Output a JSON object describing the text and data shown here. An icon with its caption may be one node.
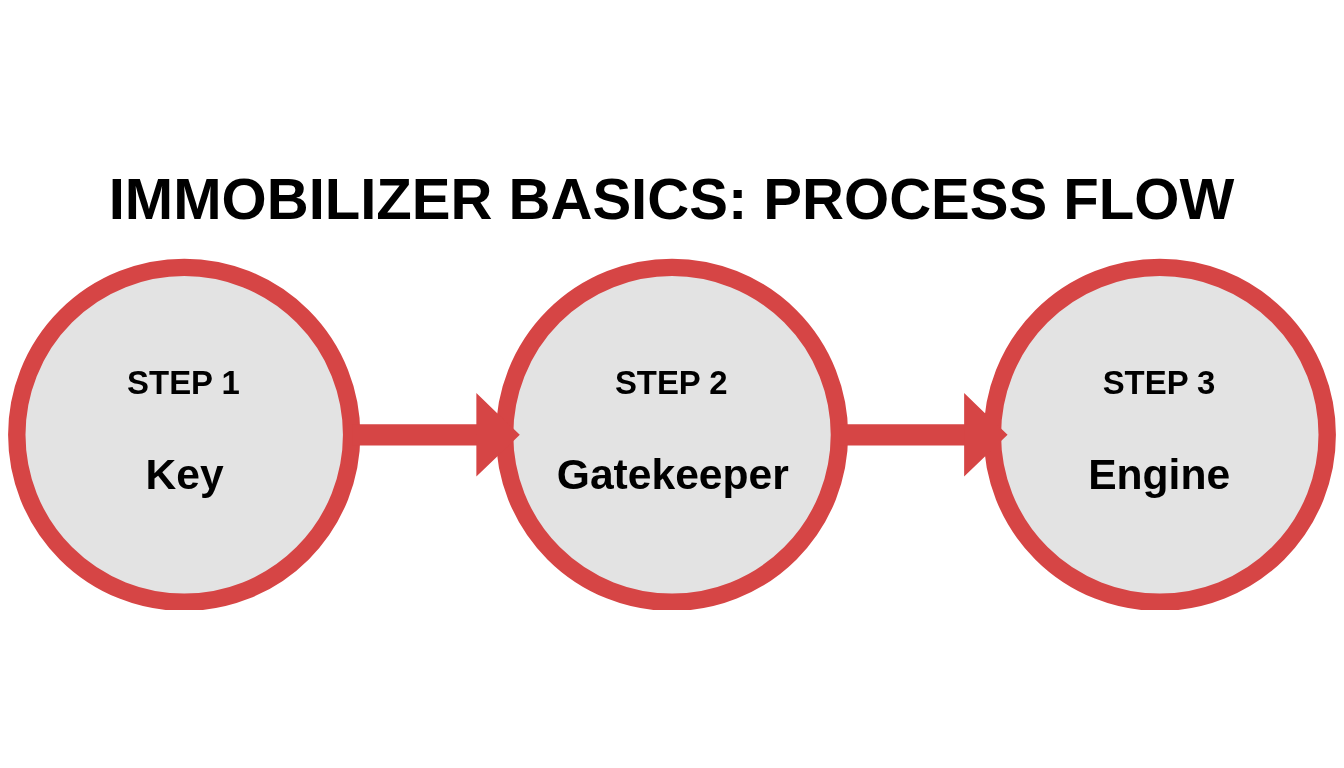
{
  "diagram": {
    "title": "IMMOBILIZER BASICS: PROCESS FLOW",
    "nodes": [
      {
        "text": [
          "STEP 1",
          "Key"
        ]
      },
      {
        "text": [
          "STEP 2",
          "Gatekeeper"
        ]
      },
      {
        "text": [
          "STEP 3",
          "Engine"
        ]
      }
    ],
    "edges": [
      {
        "from": 0,
        "to": 1,
        "arrow": "to"
      },
      {
        "from": 1,
        "to": 2,
        "arrow": "to"
      }
    ]
  }
}
